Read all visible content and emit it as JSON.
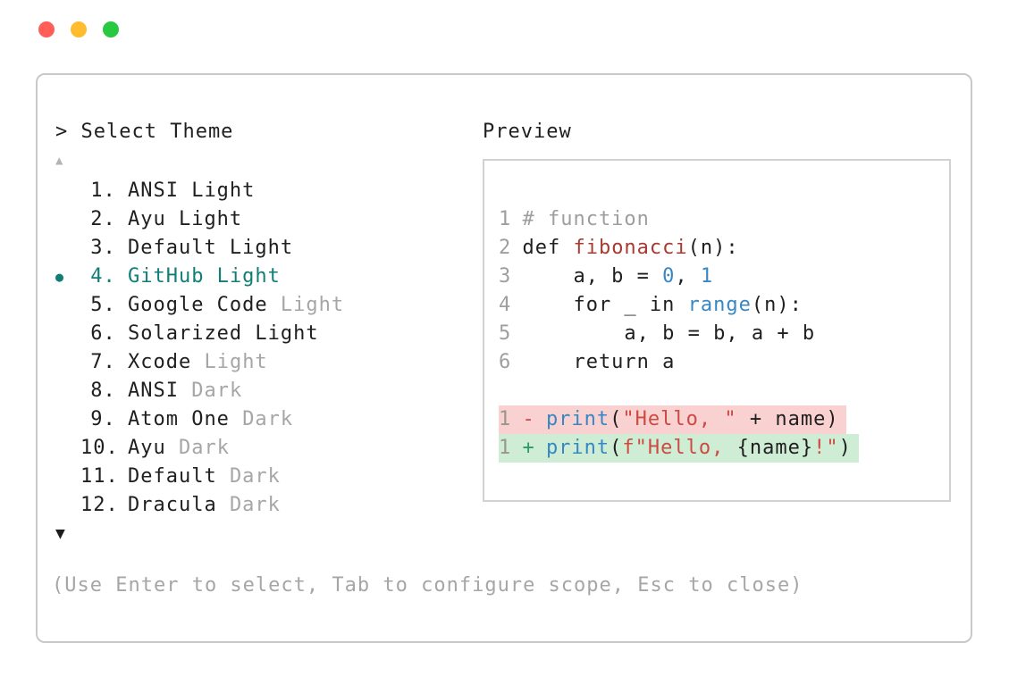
{
  "window": {
    "traffic_lights": [
      {
        "name": "close",
        "color": "#ff5f57"
      },
      {
        "name": "minimize",
        "color": "#febc2e"
      },
      {
        "name": "zoom",
        "color": "#28c840"
      }
    ]
  },
  "picker": {
    "title": "> Select Theme",
    "scroll_up": "▲",
    "scroll_down": "▼",
    "selected_bullet": "●",
    "items": [
      {
        "number": "1.",
        "name": "ANSI Light",
        "muted": "",
        "selected": false
      },
      {
        "number": "2.",
        "name": "Ayu Light",
        "muted": "",
        "selected": false
      },
      {
        "number": "3.",
        "name": "Default Light",
        "muted": "",
        "selected": false
      },
      {
        "number": "4.",
        "name": "GitHub Light",
        "muted": "",
        "selected": true
      },
      {
        "number": "5.",
        "name": "Google Code",
        "muted": "Light",
        "selected": false
      },
      {
        "number": "6.",
        "name": "Solarized Light",
        "muted": "",
        "selected": false
      },
      {
        "number": "7.",
        "name": "Xcode",
        "muted": "Light",
        "selected": false
      },
      {
        "number": "8.",
        "name": "ANSI",
        "muted": "Dark",
        "selected": false
      },
      {
        "number": "9.",
        "name": "Atom One",
        "muted": "Dark",
        "selected": false
      },
      {
        "number": "10.",
        "name": "Ayu",
        "muted": "Dark",
        "selected": false
      },
      {
        "number": "11.",
        "name": "Default",
        "muted": "Dark",
        "selected": false
      },
      {
        "number": "12.",
        "name": "Dracula",
        "muted": "Dark",
        "selected": false
      }
    ],
    "hint": "(Use Enter to select, Tab to configure scope, Esc to close)"
  },
  "preview": {
    "title": "Preview",
    "code_lines": [
      {
        "num": "1",
        "tokens": [
          {
            "text": "# function",
            "style": "comment"
          }
        ]
      },
      {
        "num": "2",
        "tokens": [
          {
            "text": "def ",
            "style": "plain"
          },
          {
            "text": "fibonacci",
            "style": "func"
          },
          {
            "text": "(n):",
            "style": "plain"
          }
        ]
      },
      {
        "num": "3",
        "tokens": [
          {
            "text": "    a, b = ",
            "style": "plain"
          },
          {
            "text": "0",
            "style": "num"
          },
          {
            "text": ", ",
            "style": "plain"
          },
          {
            "text": "1",
            "style": "num"
          }
        ]
      },
      {
        "num": "4",
        "tokens": [
          {
            "text": "    for _ in ",
            "style": "plain"
          },
          {
            "text": "range",
            "style": "builtin"
          },
          {
            "text": "(n):",
            "style": "plain"
          }
        ]
      },
      {
        "num": "5",
        "tokens": [
          {
            "text": "        a, b = b, a + b",
            "style": "plain"
          }
        ]
      },
      {
        "num": "6",
        "tokens": [
          {
            "text": "    return a",
            "style": "plain"
          }
        ]
      }
    ],
    "diff_lines": [
      {
        "num": "1",
        "marker": "-",
        "kind": "del",
        "tokens": [
          {
            "text": "print",
            "style": "builtin"
          },
          {
            "text": "(",
            "style": "plain"
          },
          {
            "text": "\"Hello, \"",
            "style": "string"
          },
          {
            "text": " + name)",
            "style": "plain"
          }
        ]
      },
      {
        "num": "1",
        "marker": "+",
        "kind": "add",
        "tokens": [
          {
            "text": "print",
            "style": "builtin"
          },
          {
            "text": "(",
            "style": "plain"
          },
          {
            "text": "f\"Hello, ",
            "style": "string"
          },
          {
            "text": "{name}",
            "style": "plain"
          },
          {
            "text": "!\"",
            "style": "string"
          },
          {
            "text": ")",
            "style": "plain"
          }
        ]
      }
    ]
  },
  "colors": {
    "accent": "#117e76",
    "text": "#1f1f1f",
    "muted": "#a6a6a6",
    "comment": "#9e9e9e",
    "func_red": "#a93a32",
    "blue": "#3787c4",
    "string_red": "#cd4a42",
    "del_bg": "#f8d1d0",
    "add_bg": "#cfecd4",
    "del_marker": "#cf4a44",
    "add_marker": "#2f9a63",
    "border": "#c9c9c9"
  }
}
